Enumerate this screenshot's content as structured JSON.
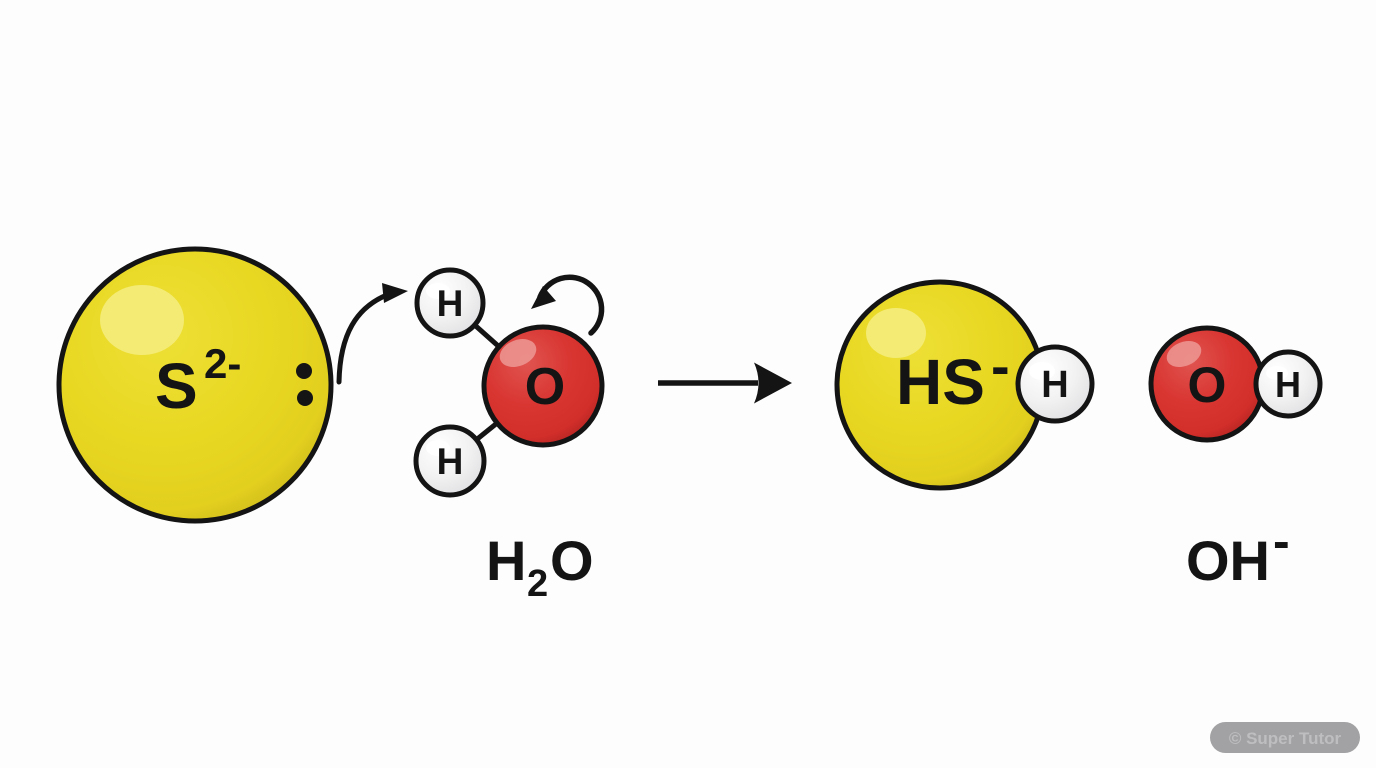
{
  "molecules": {
    "sulfide": {
      "symbol": "S",
      "charge": "2-"
    },
    "water": {
      "oxygen": "O",
      "hydrogen_top": "H",
      "hydrogen_bottom": "H",
      "formula": {
        "h": "H",
        "sub": "2",
        "o": "O"
      }
    },
    "hydrosulfide": {
      "symbol": "HS",
      "charge": "-",
      "hydrogen": "H"
    },
    "hydroxide": {
      "oxygen": "O",
      "hydrogen": "H",
      "formula": {
        "base": "OH",
        "charge": "-"
      }
    }
  },
  "watermark": {
    "text": "© Super Tutor"
  },
  "colors": {
    "background": "#fdfdfd",
    "sulfur_yellow": "#e8d822",
    "sulfur_yellow_dark": "#c8b41b",
    "sulfur_highlight": "#f4ec7c",
    "oxygen_red": "#d93632",
    "oxygen_red_dark": "#ab2220",
    "hydrogen_white": "#f2f2f2",
    "hydrogen_shade": "#cfcfd2",
    "outline_black": "#141414",
    "watermark_pill": "#a2a2a4",
    "watermark_text": "#bebec0"
  }
}
